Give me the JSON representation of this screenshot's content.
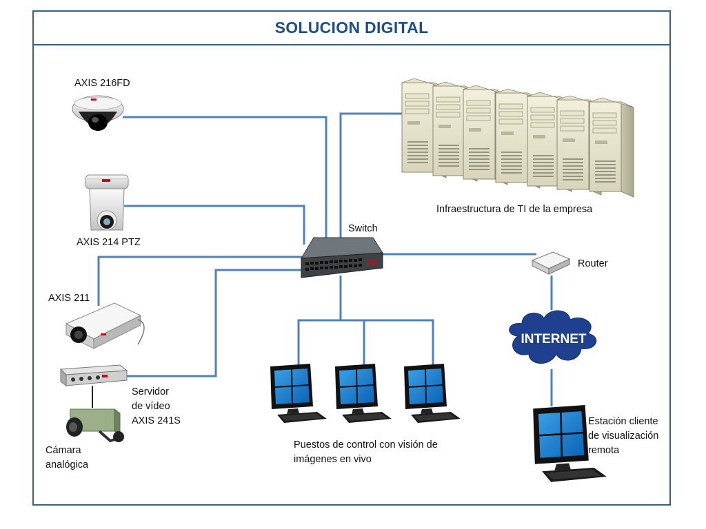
{
  "title": "SOLUCION DIGITAL",
  "labels": {
    "cam1": "AXIS 216FD",
    "cam2": "AXIS 214 PTZ",
    "cam3": "AXIS 211",
    "server_l1": "Servidor",
    "server_l2": "de vídeo",
    "server_l3": "AXIS 241S",
    "analog_l1": "Cámara",
    "analog_l2": "analógica",
    "switch": "Switch",
    "infra": "Infraestructura de TI de la empresa",
    "router": "Router",
    "internet": "INTERNET",
    "control_l1": "Puestos de control con visión de",
    "control_l2": "imágenes en vivo",
    "client_l1": "Estación cliente",
    "client_l2": "de visualización",
    "client_l3": "remota"
  },
  "colors": {
    "frame": "#3d5f7f",
    "title": "#1f4e8c",
    "network_line": "#4f81bd",
    "internet_cloud": "#1f3f8f"
  },
  "icons": [
    "dome-camera-icon",
    "ptz-camera-icon",
    "box-camera-icon",
    "video-server-icon",
    "analog-camera-icon",
    "network-switch-icon",
    "server-tower-icon",
    "router-icon",
    "internet-cloud-icon",
    "monitor-icon",
    "keyboard-icon"
  ]
}
